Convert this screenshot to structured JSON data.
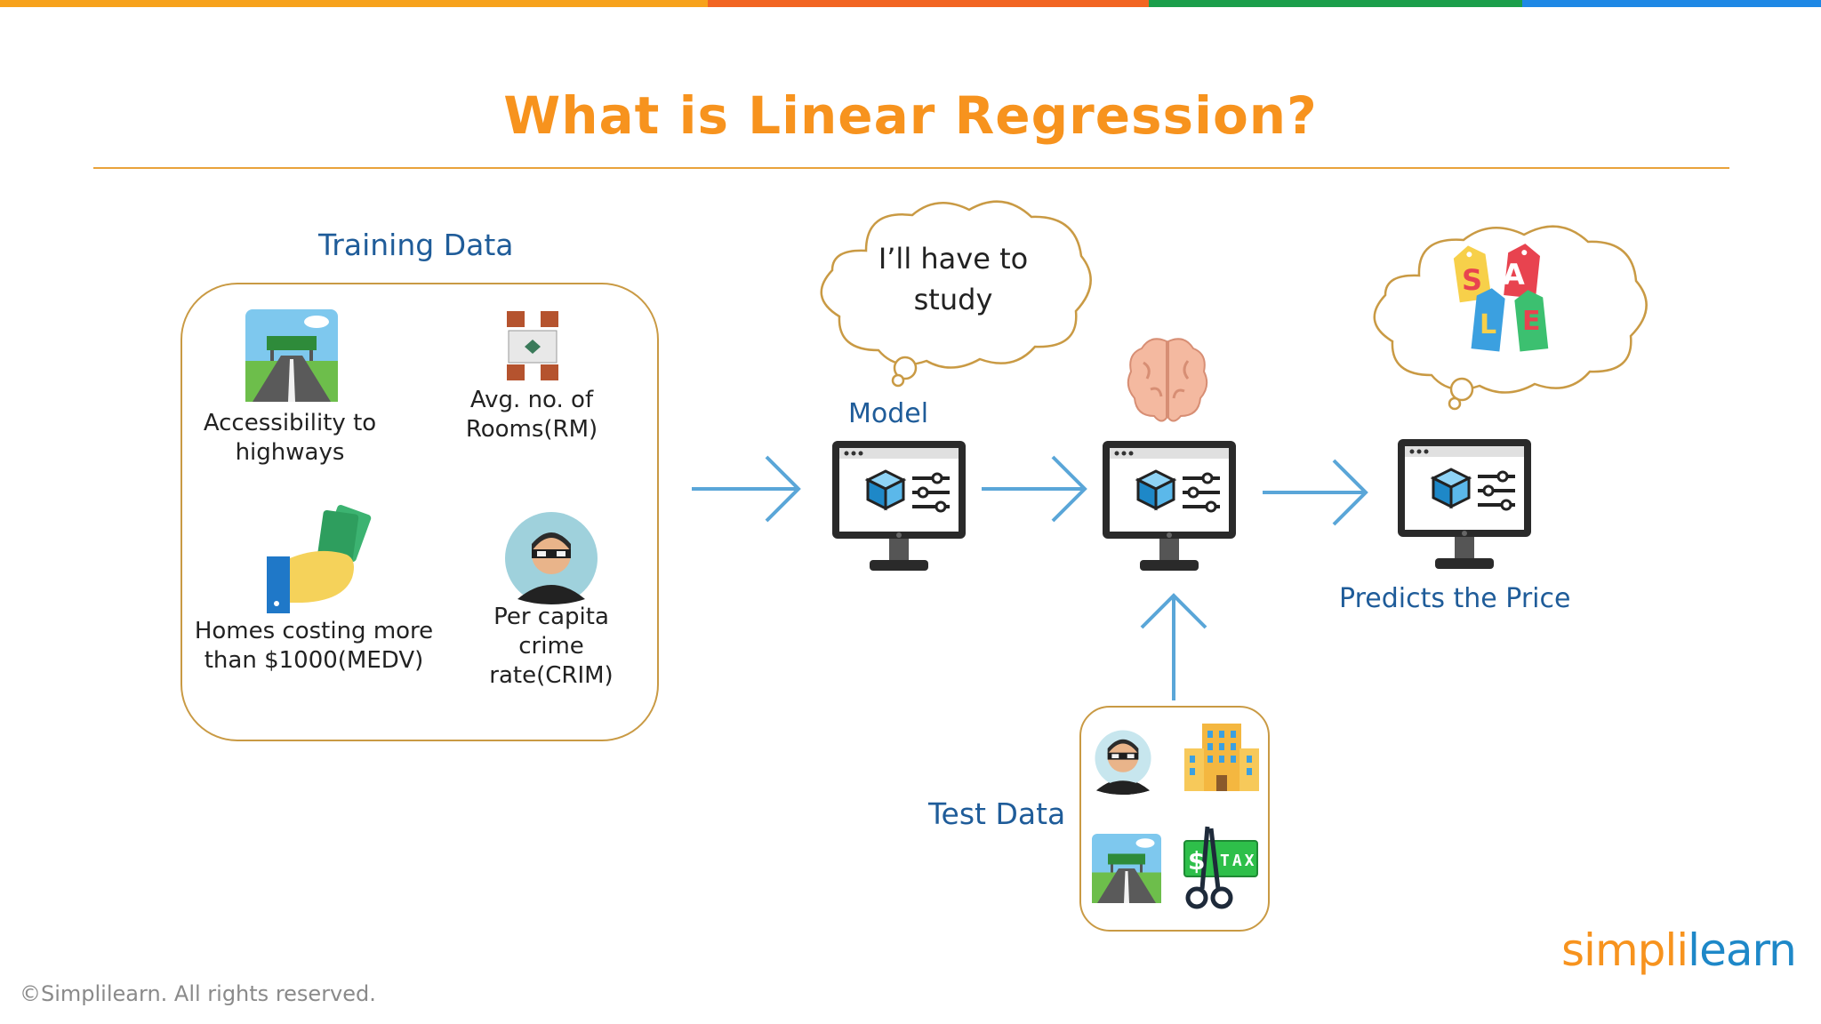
{
  "title": "What is Linear Regression?",
  "top_bar_colors": [
    "#F7A21B",
    "#F26522",
    "#1B9E4B",
    "#1E88E5"
  ],
  "training": {
    "heading": "Training Data",
    "items": [
      {
        "label_lines": [
          "Accessibility to",
          "highways"
        ],
        "icon": "highway-icon"
      },
      {
        "label_lines": [
          "Avg. no. of",
          "Rooms(RM)"
        ],
        "icon": "rooms-icon"
      },
      {
        "label_lines": [
          "Homes costing more",
          "than $1000(MEDV)"
        ],
        "icon": "money-hand-icon"
      },
      {
        "label_lines": [
          "Per capita",
          "crime",
          "rate(CRIM)"
        ],
        "icon": "thief-icon"
      }
    ]
  },
  "model": {
    "label": "Model",
    "thought_lines": [
      "I’ll have to",
      "study"
    ]
  },
  "sale_tag_letters": [
    "S",
    "A",
    "L",
    "E"
  ],
  "prediction": {
    "label": "Predicts the Price"
  },
  "test": {
    "heading": "Test Data",
    "tax_label": "TAX",
    "tax_symbol": "$"
  },
  "footer": {
    "copyright": "©Simplilearn. All rights reserved.",
    "logo_part1": "simpli",
    "logo_part2": "learn"
  },
  "colors": {
    "accent": "#F7931E",
    "blue_text": "#1F5C99",
    "arrow": "#5AA6D8",
    "border": "#C99A44"
  }
}
